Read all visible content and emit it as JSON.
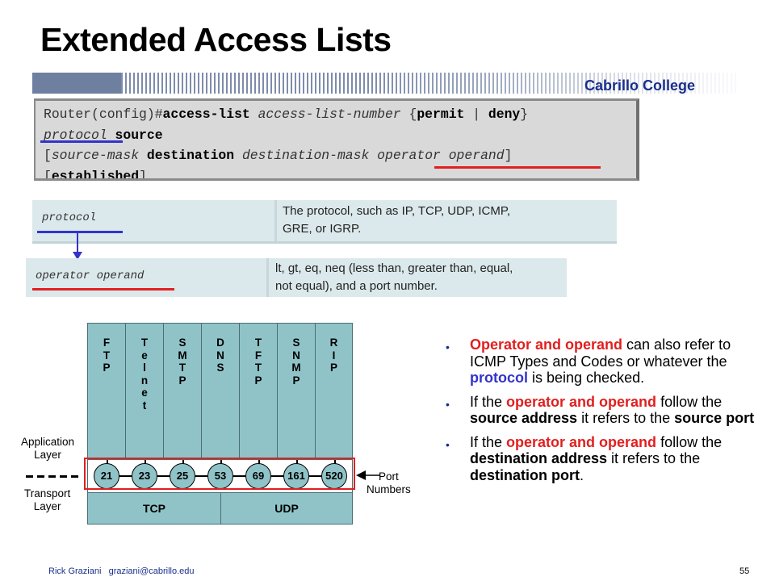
{
  "title": "Extended Access Lists",
  "brand": "Cabrillo College",
  "syntax": {
    "prompt": "Router(config)#",
    "cmd": "access-list",
    "num": "access-list-number",
    "brace_open": " {",
    "permit": "permit",
    "pipe": " | ",
    "deny": "deny",
    "brace_close": "}",
    "protocol": "protocol",
    "source": "source",
    "bracket_open": "[",
    "source_mask": "source-mask",
    "destination": "destination",
    "destination_mask": "destination-mask",
    "operator": "operator",
    "operand": "operand",
    "bracket_close": "]",
    "established": "established"
  },
  "protocol_row": {
    "term": "protocol",
    "desc_line1": "The protocol, such as IP, TCP, UDP, ICMP,",
    "desc_line2": "GRE, or IGRP."
  },
  "operator_row": {
    "term": "operator operand",
    "desc_line1": "lt, gt, eq, neq (less than, greater than, equal,",
    "desc_line2": "not equal), and a port number."
  },
  "osi": {
    "columns": [
      {
        "letters": [
          "F",
          "T",
          "P"
        ]
      },
      {
        "letters": [
          "T",
          "e",
          "l",
          "n",
          "e",
          "t"
        ]
      },
      {
        "letters": [
          "S",
          "M",
          "T",
          "P"
        ]
      },
      {
        "letters": [
          "D",
          "N",
          "S"
        ]
      },
      {
        "letters": [
          "T",
          "F",
          "T",
          "P"
        ]
      },
      {
        "letters": [
          "S",
          "N",
          "M",
          "P"
        ]
      },
      {
        "letters": [
          "R",
          "I",
          "P"
        ]
      }
    ],
    "ports": [
      "21",
      "23",
      "25",
      "53",
      "69",
      "161",
      "520"
    ],
    "tcp": "TCP",
    "udp": "UDP",
    "app_layer_1": "Application",
    "app_layer_2": "Layer",
    "transport_1": "Transport",
    "transport_2": "Layer",
    "port_label_1": "Port",
    "port_label_2": "Numbers"
  },
  "bullets": {
    "b1_red": "Operator and operand",
    "b1_t1": " can also refer to ICMP Types and Codes or whatever the ",
    "b1_blue": "protocol",
    "b1_t2": " is being checked.",
    "b2_t1": "If the ",
    "b2_red": "operator and operand",
    "b2_t2": " follow the ",
    "b2_bold1": "source address",
    "b2_t3": " it refers to the ",
    "b2_bold2": "source port",
    "b3_t1": "If the ",
    "b3_red": "operator and operand",
    "b3_t2": " follow the ",
    "b3_bold1": "destination address",
    "b3_t3": " it refers to the ",
    "b3_bold2": "destination port",
    "b3_t4": "."
  },
  "footer": {
    "author": "Rick Graziani",
    "email": "graziani@cabrillo.edu",
    "page": "55"
  },
  "colors": {
    "red": "#e21f1f",
    "blue": "#3333cc",
    "brand": "#1a2f8c",
    "teal": "#8fc3c8"
  }
}
